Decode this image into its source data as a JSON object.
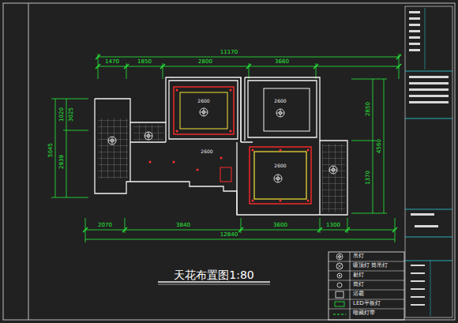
{
  "diagram": {
    "title": "天花布置图1:80",
    "labels": [
      "11170",
      "1470",
      "1850",
      "2800",
      "3660",
      "2070",
      "3840",
      "3600",
      "1300",
      "12840",
      "1020",
      "3025",
      "5045",
      "2939",
      "2850",
      "4560",
      "1370",
      "2600",
      "2600",
      "2600",
      "2600"
    ],
    "legend": [
      {
        "text": "吊灯"
      },
      {
        "text": "吸顶灯 筒吊灯"
      },
      {
        "text": "射灯"
      },
      {
        "text": "筒灯"
      },
      {
        "text": "浴霸"
      },
      {
        "text": "LED平板灯"
      },
      {
        "text": "暗藏灯带"
      }
    ]
  }
}
